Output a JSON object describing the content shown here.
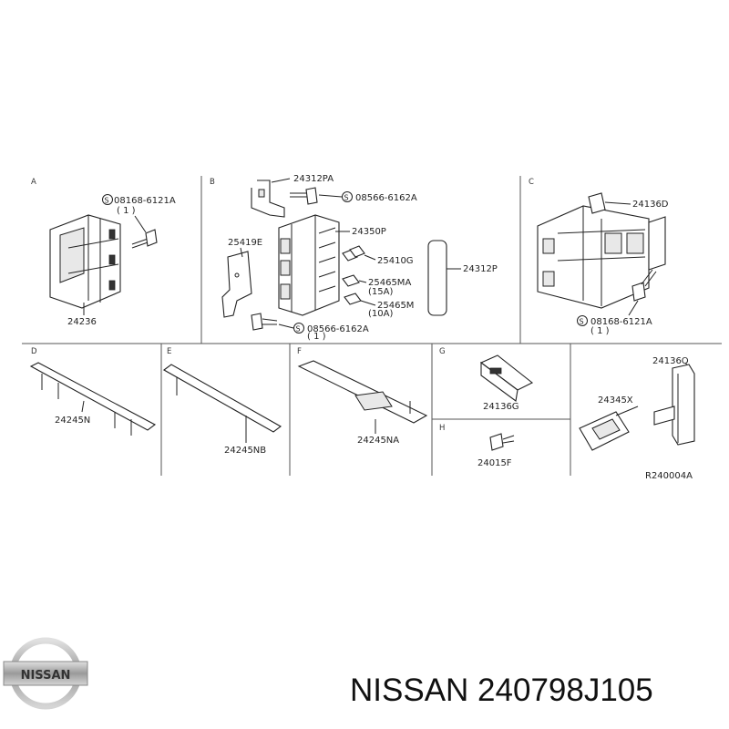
{
  "sections": [
    "A",
    "B",
    "C",
    "D",
    "E",
    "F",
    "G",
    "H"
  ],
  "parts": {
    "a_screw": "08168-6121A",
    "a_screw_qty": "( 1 )",
    "a_bracket": "24236",
    "b_top": "24312PA",
    "b_screw_top": "08566-6162A",
    "b_box": "24350P",
    "b_bracket": "25419E",
    "b_fuse_g": "25410G",
    "b_fuse_ma": "25465MA",
    "b_fuse_ma_amp": "(15A)",
    "b_fuse_m": "25465M",
    "b_fuse_m_amp": "(10A)",
    "b_cover": "24312P",
    "b_screw_bottom": "08566-6162A",
    "b_screw_bottom_qty": "( 1 )",
    "c_clip": "24136D",
    "c_screw": "08168-6121A",
    "c_screw_qty": "( 1 )",
    "d_bar": "24245N",
    "e_bar": "24245NB",
    "f_bar": "24245NA",
    "g_clip": "24136G",
    "h_screw": "24015F",
    "i_holder": "24136Q",
    "i_connector": "24345X",
    "ref": "R240004A"
  },
  "screw_marker": "S",
  "caption": {
    "brand": "NISSAN",
    "part_number": "240798J105"
  },
  "logo_text": "NISSAN"
}
